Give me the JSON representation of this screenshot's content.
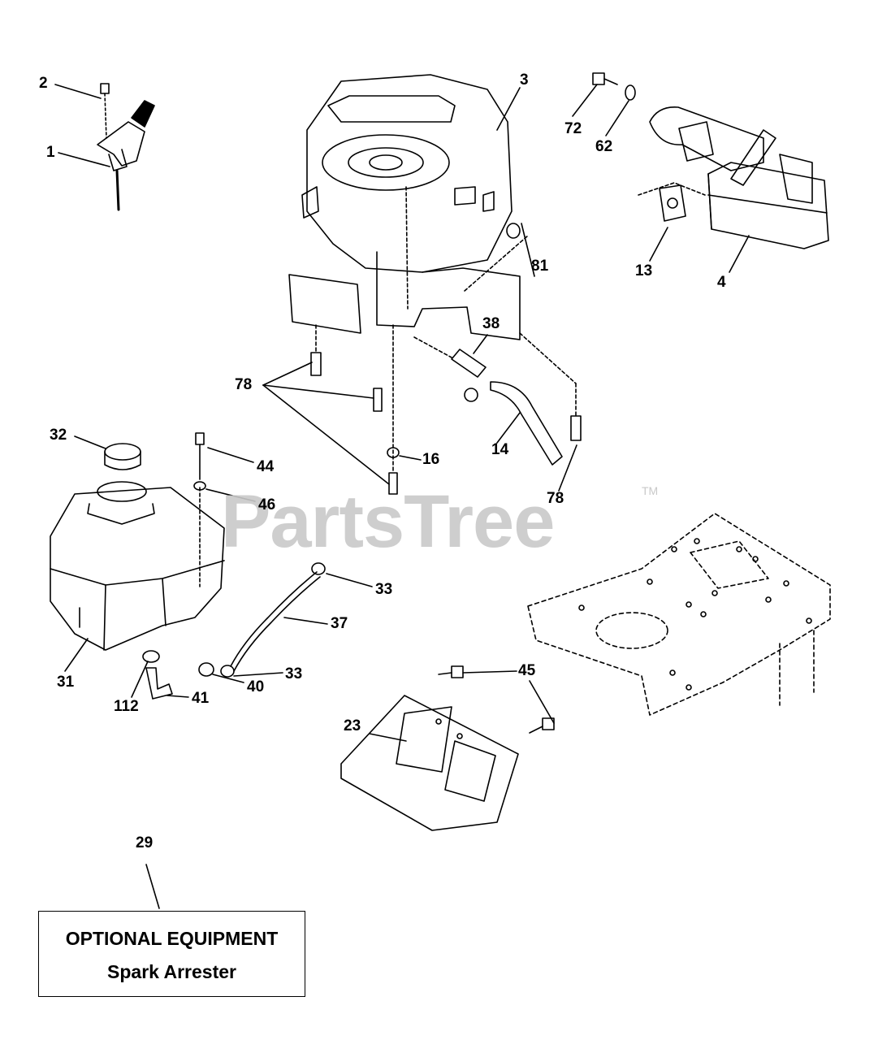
{
  "watermark": {
    "text": "PartsTree",
    "trademark": "TM"
  },
  "callouts": [
    {
      "id": "c1",
      "label": "1"
    },
    {
      "id": "c2",
      "label": "2"
    },
    {
      "id": "c3",
      "label": "3"
    },
    {
      "id": "c4",
      "label": "4"
    },
    {
      "id": "c13",
      "label": "13"
    },
    {
      "id": "c14",
      "label": "14"
    },
    {
      "id": "c16",
      "label": "16"
    },
    {
      "id": "c23",
      "label": "23"
    },
    {
      "id": "c29",
      "label": "29"
    },
    {
      "id": "c31",
      "label": "31"
    },
    {
      "id": "c32",
      "label": "32"
    },
    {
      "id": "c33a",
      "label": "33"
    },
    {
      "id": "c33b",
      "label": "33"
    },
    {
      "id": "c37",
      "label": "37"
    },
    {
      "id": "c38",
      "label": "38"
    },
    {
      "id": "c40",
      "label": "40"
    },
    {
      "id": "c41",
      "label": "41"
    },
    {
      "id": "c44",
      "label": "44"
    },
    {
      "id": "c45",
      "label": "45"
    },
    {
      "id": "c46",
      "label": "46"
    },
    {
      "id": "c62",
      "label": "62"
    },
    {
      "id": "c72",
      "label": "72"
    },
    {
      "id": "c78a",
      "label": "78"
    },
    {
      "id": "c78b",
      "label": "78"
    },
    {
      "id": "c81",
      "label": "81"
    },
    {
      "id": "c112",
      "label": "112"
    }
  ],
  "optional_box": {
    "line1": "OPTIONAL EQUIPMENT",
    "line2": "Spark Arrester"
  }
}
